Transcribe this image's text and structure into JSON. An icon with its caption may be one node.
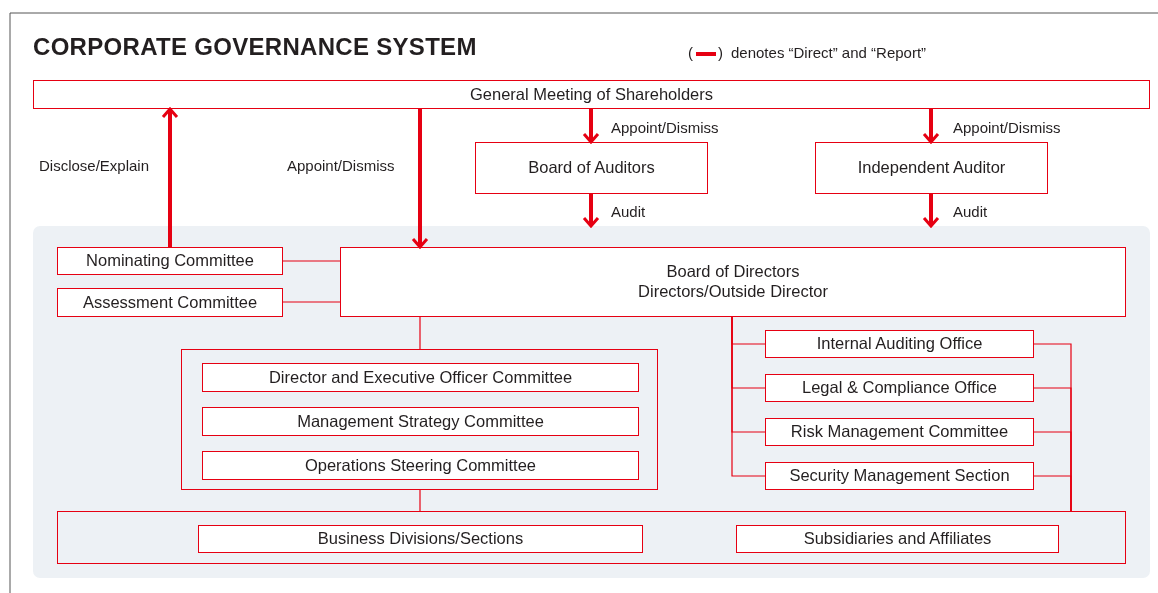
{
  "diagram": {
    "title": "CORPORATE GOVERNANCE SYSTEM",
    "nodes": [
      {
        "text": [
          "General Meeting of Shareholders"
        ]
      },
      {
        "text": [
          "Board of Auditors"
        ]
      },
      {
        "text": [
          "Independent Auditor"
        ]
      },
      {
        "text": [],
        "shape": "box"
      },
      {
        "text": [
          "Nominating Committee"
        ],
        "in": 3
      },
      {
        "text": [
          "Assessment Committee"
        ],
        "in": 3
      },
      {
        "text": [
          "Board of Directors",
          "Directors/Outside Director"
        ],
        "in": 3
      },
      {
        "text": [],
        "shape": "box",
        "in": 3
      },
      {
        "text": [
          "Director and Executive Officer Committee"
        ],
        "in": 7
      },
      {
        "text": [
          "Management Strategy Committee"
        ],
        "in": 7
      },
      {
        "text": [
          "Operations Steering Committee"
        ],
        "in": 7
      },
      {
        "text": [
          "Internal Auditing Office"
        ],
        "in": 3
      },
      {
        "text": [
          "Legal & Compliance Office"
        ],
        "in": 3
      },
      {
        "text": [
          "Risk Management Committee"
        ],
        "in": 3
      },
      {
        "text": [
          "Security Management Section"
        ],
        "in": 3
      },
      {
        "text": [],
        "shape": "box",
        "in": 3
      },
      {
        "text": [
          "Business Divisions/Sections"
        ],
        "in": 15
      },
      {
        "text": [
          "Subsidiaries and Affiliates"
        ],
        "in": 15
      }
    ],
    "edges": [
      {
        "from": 0,
        "to": 1,
        "arrow": "to",
        "style": "thick",
        "label": "Appoint/Dismiss"
      },
      {
        "from": 0,
        "to": 2,
        "arrow": "to",
        "style": "thick",
        "label": "Appoint/Dismiss"
      },
      {
        "from": 0,
        "to": 6,
        "arrow": "to",
        "style": "thick",
        "label": "Appoint/Dismiss"
      },
      {
        "from": 4,
        "to": 0,
        "arrow": "to",
        "style": "thick",
        "label": "Disclose/Explain"
      },
      {
        "from": 1,
        "to": 3,
        "arrow": "to",
        "style": "thick",
        "label": "Audit"
      },
      {
        "from": 2,
        "to": 3,
        "arrow": "to",
        "style": "thick",
        "label": "Audit"
      },
      {
        "from": 4,
        "to": 6,
        "arrow": "none"
      },
      {
        "from": 5,
        "to": 6,
        "arrow": "none"
      },
      {
        "from": 6,
        "to": 7,
        "arrow": "none"
      },
      {
        "from": 7,
        "to": 15,
        "arrow": "none"
      },
      {
        "from": 6,
        "to": 11,
        "arrow": "none"
      },
      {
        "from": 6,
        "to": 12,
        "arrow": "none"
      },
      {
        "from": 6,
        "to": 13,
        "arrow": "none"
      },
      {
        "from": 6,
        "to": 14,
        "arrow": "none"
      },
      {
        "from": 11,
        "to": 15,
        "arrow": "none"
      },
      {
        "from": 12,
        "to": 15,
        "arrow": "none"
      },
      {
        "from": 13,
        "to": 15,
        "arrow": "none"
      },
      {
        "from": 14,
        "to": 15,
        "arrow": "none"
      }
    ],
    "labels": [
      "(",
      ")"
    ],
    "legend": [
      {
        "text": "denotes “Direct” and “Report”"
      }
    ]
  }
}
